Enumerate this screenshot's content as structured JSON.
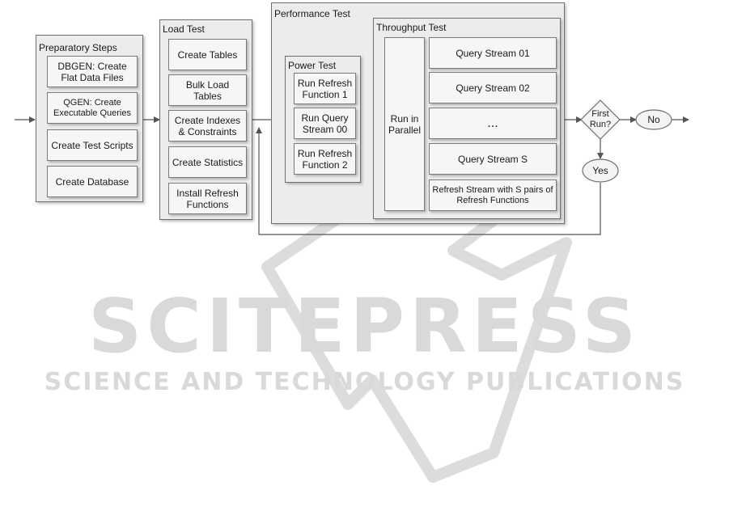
{
  "watermark": {
    "brand": "SCITEPRESS",
    "tagline": "SCIENCE AND TECHNOLOGY PUBLICATIONS"
  },
  "preparatory": {
    "title": "Preparatory Steps",
    "steps": [
      "DBGEN: Create Flat Data Files",
      "QGEN: Create Executable Queries",
      "Create Test Scripts",
      "Create Database"
    ]
  },
  "load": {
    "title": "Load Test",
    "steps": [
      "Create Tables",
      "Bulk Load Tables",
      "Create Indexes & Constraints",
      "Create Statistics",
      "Install Refresh Functions"
    ]
  },
  "performance": {
    "title": "Performance Test",
    "power": {
      "title": "Power Test",
      "steps": [
        "Run Refresh Function 1",
        "Run Query Stream 00",
        "Run Refresh Function 2"
      ]
    },
    "throughput": {
      "title": "Throughput Test",
      "parallel_label": "Run in Parallel",
      "streams": [
        "Query Stream 01",
        "Query Stream 02",
        "...",
        "Query Stream S",
        "Refresh Stream with S pairs of Refresh Functions"
      ]
    }
  },
  "decision": {
    "question": "First Run?",
    "no_label": "No",
    "yes_label": "Yes"
  },
  "colors": {
    "group_fill": "#ececec",
    "box_fill": "#f6f6f6",
    "border": "#6f6f6f",
    "arrow": "#555555",
    "watermark": "#d9d9d9"
  }
}
